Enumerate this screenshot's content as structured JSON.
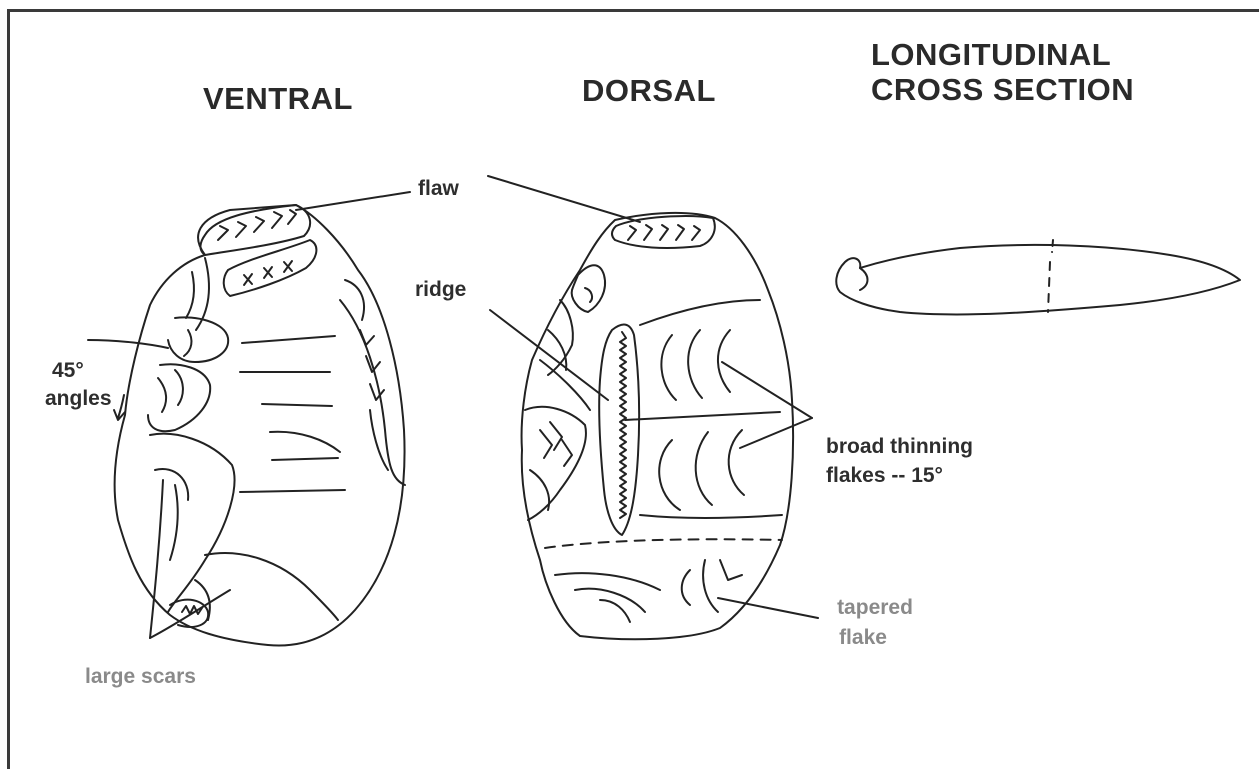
{
  "headings": {
    "ventral": "VENTRAL",
    "dorsal": "DORSAL",
    "cross_section_line1": "LONGITUDINAL",
    "cross_section_line2": "CROSS SECTION"
  },
  "labels": {
    "flaw": "flaw",
    "ridge": "ridge",
    "angle_value": "45°",
    "angle_word": "angles",
    "broad_line1": "broad thinning",
    "broad_line2": "flakes -- 15°",
    "tapered_line1": "tapered",
    "tapered_line2": "flake",
    "large_scars": "large scars"
  },
  "colors": {
    "ink": "#222222",
    "label_dark": "#2e2e2e",
    "label_grey": "#8a8a8a",
    "frame": "#3a3a3a"
  }
}
